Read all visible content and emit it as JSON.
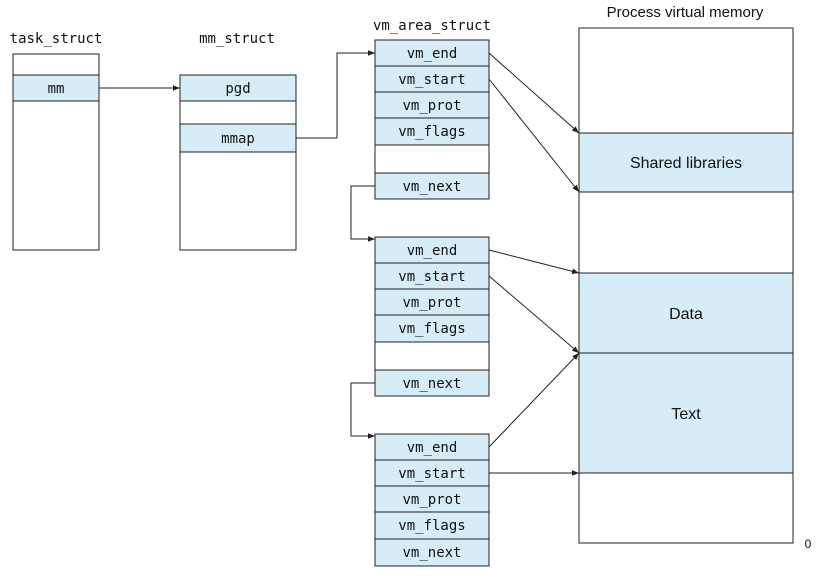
{
  "colors": {
    "highlight": "#d6ecf7",
    "stroke": "#222222",
    "background": "#ffffff"
  },
  "task_struct": {
    "title": "task_struct",
    "field_mm": "mm"
  },
  "mm_struct": {
    "title": "mm_struct",
    "field_pgd": "pgd",
    "field_mmap": "mmap"
  },
  "vm_area_struct": {
    "title": "vm_area_struct",
    "fields": [
      "vm_end",
      "vm_start",
      "vm_prot",
      "vm_flags",
      "vm_next"
    ]
  },
  "memory": {
    "title": "Process virtual memory",
    "shared_libraries": "Shared libraries",
    "data": "Data",
    "text": "Text",
    "zero": "0"
  }
}
